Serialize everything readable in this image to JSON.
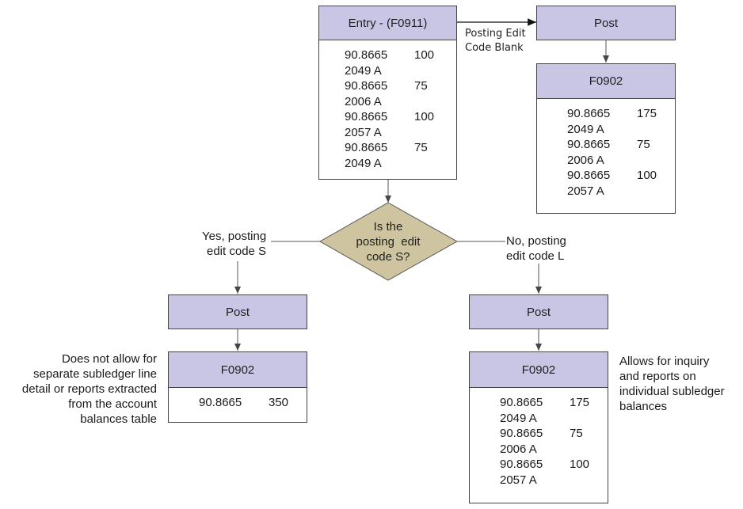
{
  "entry": {
    "title": "Entry - (F0911)",
    "rows": [
      {
        "account": "90.8665",
        "amount": "100",
        "sub": "2049 A"
      },
      {
        "account": "90.8665",
        "amount": "75",
        "sub": "2006 A"
      },
      {
        "account": "90.8665",
        "amount": "100",
        "sub": "2057 A"
      },
      {
        "account": "90.8665",
        "amount": "75",
        "sub": "2049 A"
      }
    ]
  },
  "blank_path": {
    "label_line1": "Posting Edit",
    "label_line2": "Code Blank",
    "post_label": "Post",
    "table_title": "F0902",
    "rows": [
      {
        "account": "90.8665",
        "amount": "175",
        "sub": "2049 A"
      },
      {
        "account": "90.8665",
        "amount": "75",
        "sub": "2006 A"
      },
      {
        "account": "90.8665",
        "amount": "100",
        "sub": "2057 A"
      }
    ]
  },
  "decision": {
    "line1": "Is the",
    "line2": "posting  edit",
    "line3": "code S?",
    "fill": "#cfc4a0"
  },
  "yes_path": {
    "label_line1": "Yes, posting",
    "label_line2": "edit code S",
    "post_label": "Post",
    "table_title": "F0902",
    "rows": [
      {
        "account": "90.8665",
        "amount": "350"
      }
    ],
    "note_lines": [
      "Does not allow for",
      "separate subledger line",
      "detail or reports extracted",
      "from the account",
      "balances table"
    ]
  },
  "no_path": {
    "label_line1": "No, posting",
    "label_line2": "edit code L",
    "post_label": "Post",
    "table_title": "F0902",
    "rows": [
      {
        "account": "90.8665",
        "amount": "175",
        "sub": "2049 A"
      },
      {
        "account": "90.8665",
        "amount": "75",
        "sub": "2006 A"
      },
      {
        "account": "90.8665",
        "amount": "100",
        "sub": "2057 A"
      }
    ],
    "note_lines": [
      "Allows for inquiry",
      "and reports on",
      "individual subledger",
      "balances"
    ]
  },
  "colors": {
    "header_fill": "#c8c5e5",
    "diamond_fill": "#cfc4a0",
    "line": "#555555"
  }
}
